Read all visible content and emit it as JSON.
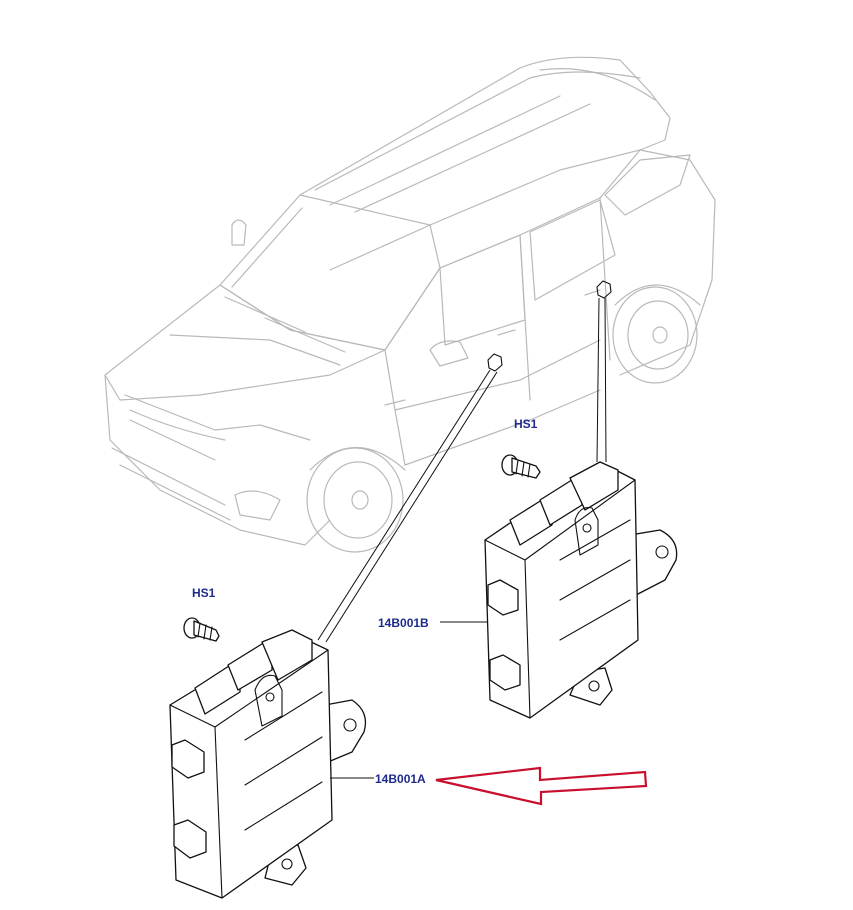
{
  "labels": {
    "hs1_upper": "HS1",
    "hs1_lower": "HS1",
    "module_b": "14B001B",
    "module_a": "14B001A"
  },
  "colors": {
    "label_text": "#1f2a8c",
    "arrow": "#c8102e",
    "vehicle_outline": "#b9b9b9",
    "part_outline": "#111111"
  },
  "icons": {
    "vehicle": "suv-outline-illustration",
    "module": "electronic-control-module",
    "screw": "hex-screw",
    "pointer": "red-arrow-outline"
  }
}
